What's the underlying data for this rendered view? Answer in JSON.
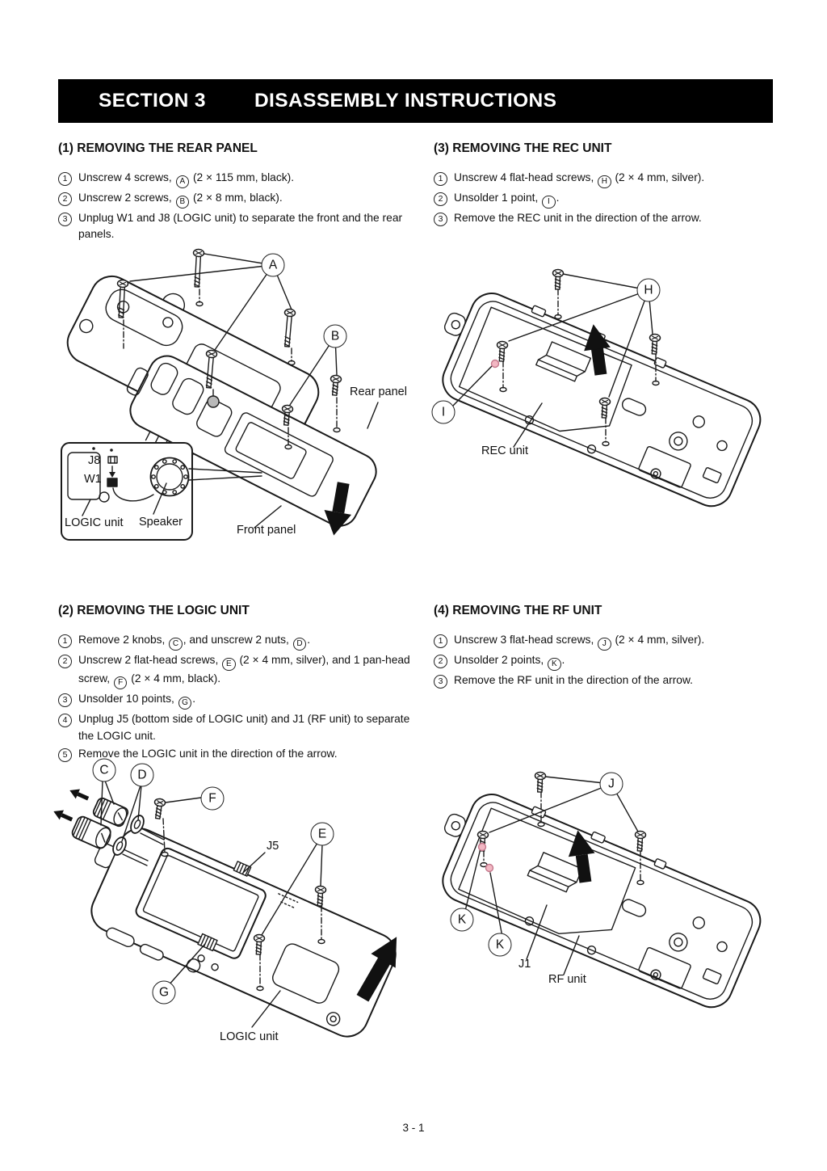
{
  "header": {
    "section_label": "SECTION 3",
    "title": "DISASSEMBLY INSTRUCTIONS"
  },
  "document": {
    "footer_page_number": "3 - 1"
  },
  "sections": [
    {
      "heading": "(1) REMOVING THE REAR PANEL",
      "steps": [
        {
          "num": "1",
          "parts": [
            {
              "t": "Unscrew 4 screws, "
            },
            {
              "c": "A"
            },
            {
              "t": " (2 × 115 mm, black)."
            }
          ]
        },
        {
          "num": "2",
          "parts": [
            {
              "t": "Unscrew 2 screws, "
            },
            {
              "c": "B"
            },
            {
              "t": " (2 × 8 mm, black)."
            }
          ]
        },
        {
          "num": "3",
          "parts": [
            {
              "t": "Unplug W1 and J8 (LOGIC unit) to separate the front and the rear panels."
            }
          ]
        }
      ]
    },
    {
      "heading": "(3) REMOVING THE REC UNIT",
      "steps": [
        {
          "num": "1",
          "parts": [
            {
              "t": "Unscrew 4 flat-head screws, "
            },
            {
              "c": "H"
            },
            {
              "t": " (2 × 4 mm, silver)."
            }
          ]
        },
        {
          "num": "2",
          "parts": [
            {
              "t": "Unsolder 1 point, "
            },
            {
              "c": "I"
            },
            {
              "t": "."
            }
          ]
        },
        {
          "num": "3",
          "parts": [
            {
              "t": "Remove the REC unit in the direction of the arrow."
            }
          ]
        }
      ]
    },
    {
      "heading": "(2) REMOVING THE LOGIC UNIT",
      "steps": [
        {
          "num": "1",
          "parts": [
            {
              "t": "Remove 2 knobs, "
            },
            {
              "c": "C"
            },
            {
              "t": ", and unscrew 2 nuts, "
            },
            {
              "c": "D"
            },
            {
              "t": "."
            }
          ]
        },
        {
          "num": "2",
          "parts": [
            {
              "t": "Unscrew 2 flat-head screws, "
            },
            {
              "c": "E"
            },
            {
              "t": " (2 × 4 mm, silver), and 1 pan-head screw, "
            },
            {
              "c": "F"
            },
            {
              "t": " (2 × 4 mm, black)."
            }
          ]
        },
        {
          "num": "3",
          "parts": [
            {
              "t": "Unsolder 10 points, "
            },
            {
              "c": "G"
            },
            {
              "t": "."
            }
          ]
        },
        {
          "num": "4",
          "parts": [
            {
              "t": "Unplug J5 (bottom side of LOGIC unit) and J1 (RF unit) to separate the LOGIC unit."
            }
          ]
        },
        {
          "num": "5",
          "parts": [
            {
              "t": "Remove the LOGIC unit in the direction of the arrow."
            }
          ]
        }
      ]
    },
    {
      "heading": "(4) REMOVING THE RF UNIT",
      "steps": [
        {
          "num": "1",
          "parts": [
            {
              "t": "Unscrew 3 flat-head screws, "
            },
            {
              "c": "J"
            },
            {
              "t": " (2 × 4 mm, silver)."
            }
          ]
        },
        {
          "num": "2",
          "parts": [
            {
              "t": "Unsolder 2 points, "
            },
            {
              "c": "K"
            },
            {
              "t": "."
            }
          ]
        },
        {
          "num": "3",
          "parts": [
            {
              "t": "Remove the RF unit in the direction of the arrow."
            }
          ]
        }
      ]
    }
  ],
  "diagrams": {
    "rear_panel": {
      "callouts": {
        "a": "A",
        "b": "B"
      },
      "labels": {
        "rear_panel": "Rear panel",
        "front_panel": "Front panel",
        "logic_unit": "LOGIC unit",
        "speaker": "Speaker",
        "j8": "J8",
        "w1": "W1"
      }
    },
    "rec_unit": {
      "callouts": {
        "h": "H",
        "i": "I"
      },
      "labels": {
        "rec_unit": "REC unit"
      }
    },
    "logic_unit": {
      "callouts": {
        "c": "C",
        "d": "D",
        "e": "E",
        "f": "F",
        "g": "G"
      },
      "labels": {
        "j5": "J5",
        "logic_unit": "LOGIC unit"
      }
    },
    "rf_unit": {
      "callouts": {
        "j": "J",
        "k": "K"
      },
      "labels": {
        "j1": "J1",
        "rf_unit": "RF unit"
      }
    }
  },
  "colors": {
    "header_bg": "#000000",
    "header_text": "#ffffff",
    "line_art": "#1a1a1a",
    "solder_point": "#f2b7c3",
    "page_bg": "#ffffff"
  }
}
